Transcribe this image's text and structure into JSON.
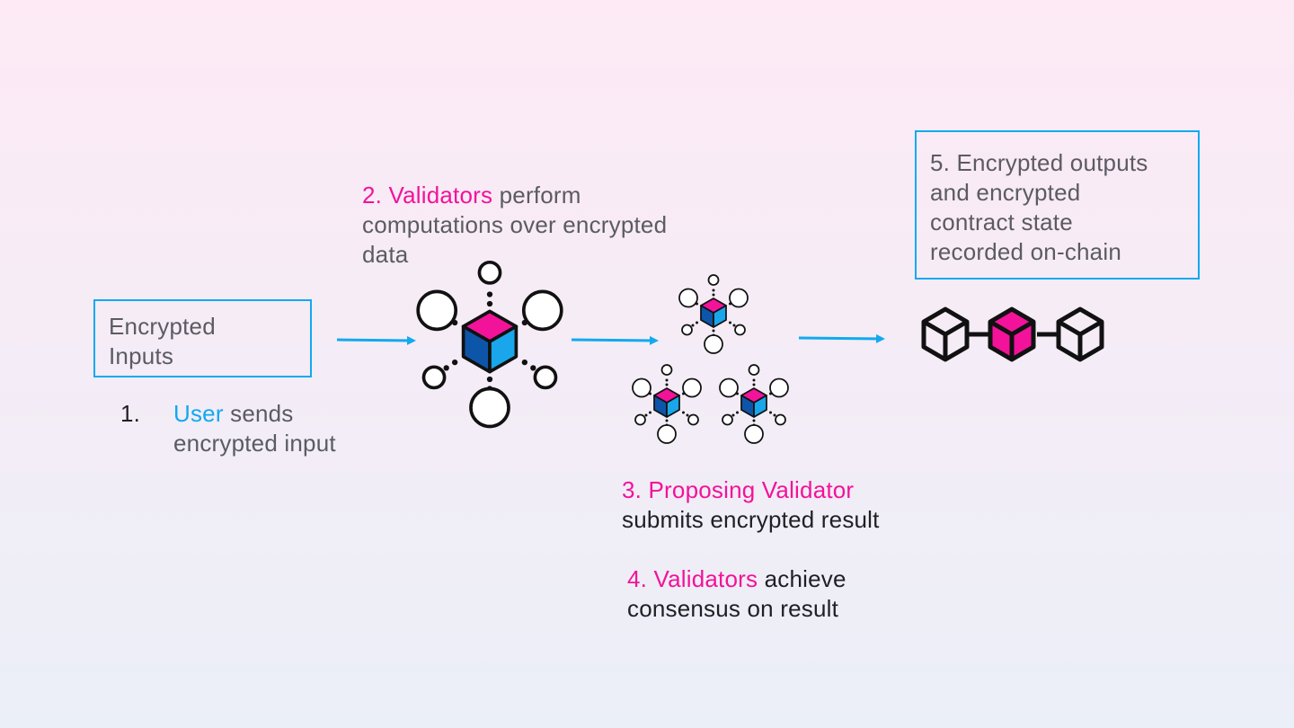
{
  "step1": {
    "box_line1": "Encrypted",
    "box_line2": "Inputs",
    "number": "1.",
    "highlight": "User",
    "rest_line1": " sends",
    "line2": "encrypted input"
  },
  "step2": {
    "highlight": "2. Validators",
    "rest_line1": " perform",
    "line2": "computations over encrypted",
    "line3": "data"
  },
  "step3": {
    "highlight": "3. Proposing Validator",
    "line2": "submits encrypted result"
  },
  "step4": {
    "highlight": "4. Validators",
    "rest_line1": " achieve",
    "line2": "consensus on result"
  },
  "step5": {
    "line1": "5. Encrypted outputs",
    "line2": "and encrypted",
    "line3": "contract state",
    "line4": "recorded on-chain"
  },
  "colors": {
    "accent_cyan": "#12a9ef",
    "accent_pink": "#f3129a",
    "cube_dark_blue": "#0d55a8",
    "cube_light_blue": "#1aa6ea",
    "text_gray": "#5b5b63"
  },
  "icons": [
    "validator-node-icon",
    "blockchain-icon",
    "arrow-right-icon"
  ]
}
